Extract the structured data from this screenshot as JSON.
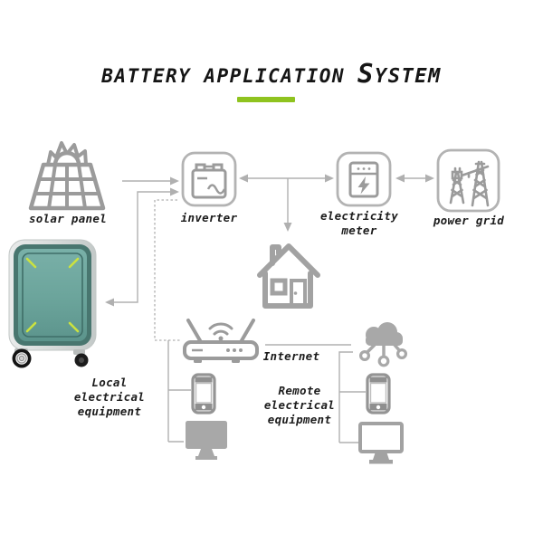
{
  "title": {
    "main": "BATTERY APPLICATION",
    "accent_initial": "S",
    "accent_rest": "YSTEM"
  },
  "accent_color": "#8fc31f",
  "icon_color": "#9b9b9b",
  "line_color": "#b0b0b0",
  "battery_colors": {
    "shell": "#d7dbda",
    "frame": "#48766f",
    "face": "#6ba49b",
    "corner_accent": "#cbe23f"
  },
  "nodes": {
    "solar_panel": {
      "label": "solar panel"
    },
    "inverter": {
      "label": "inverter"
    },
    "electricity_meter": {
      "lines": [
        "electricity",
        "meter"
      ]
    },
    "power_grid": {
      "label": "power grid"
    },
    "internet": {
      "label": "Internet"
    },
    "local_equipment": {
      "lines": [
        "Local",
        "electrical",
        "equipment"
      ]
    },
    "remote_equipment": {
      "lines": [
        "Remote",
        "electrical",
        "equipment"
      ]
    }
  }
}
